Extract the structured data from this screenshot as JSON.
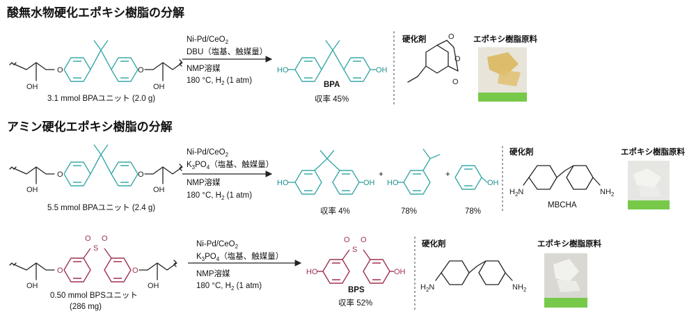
{
  "colors": {
    "teal": "#3aa9a9",
    "maroon": "#a0304e",
    "photo_bg": "#e8e4da",
    "amber": "#d9b657",
    "ruler_green": "#77c94a"
  },
  "section1": {
    "title": "酸無水物硬化エポキシ樹脂の分解",
    "reagent_line1": "Ni-Pd/CeO",
    "reagent_line1_sub": "2",
    "reagent_line2": "DBU（塩基、触媒量）",
    "solvent": "NMP溶媒",
    "conditions_pre": "180 °C, H",
    "conditions_sub": "2",
    "conditions_post": " (1 atm)",
    "substrate_caption": "3.1 mmol BPAユニット (2.0 g)",
    "product_name": "BPA",
    "yield": "収率 45%",
    "hardener_label": "硬化剤",
    "resin_label": "エポキシ樹脂原料",
    "oh_label": "OH",
    "ho_label": "HO",
    "o_label": "O"
  },
  "section2": {
    "title": "アミン硬化エポキシ樹脂の分解",
    "reagent_line1": "Ni-Pd/CeO",
    "reagent_line1_sub": "2",
    "reagent_line2_pre": "K",
    "reagent_line2_sub1": "3",
    "reagent_line2_mid": "PO",
    "reagent_line2_sub2": "4",
    "reagent_line2_post": "（塩基、触媒量）",
    "solvent": "NMP溶媒",
    "conditions_pre": "180 °C, H",
    "conditions_sub": "2",
    "conditions_post": " (1 atm)",
    "substrate_caption": "5.5 mmol BPAユニット (2.4 g)",
    "yield1": "収率 4%",
    "yield2": "78%",
    "yield3": "78%",
    "plus": "+",
    "hardener_label": "硬化剤",
    "hardener_name": "MBCHA",
    "resin_label": "エポキシ樹脂原料",
    "h2n_label": "H",
    "h2n_sub": "2",
    "h2n_n": "N",
    "nh2_label": "NH",
    "nh2_sub": "2"
  },
  "section3": {
    "reagent_line1": "Ni-Pd/CeO",
    "reagent_line1_sub": "2",
    "reagent_line2_pre": "K",
    "reagent_line2_sub1": "3",
    "reagent_line2_mid": "PO",
    "reagent_line2_sub2": "4",
    "reagent_line2_post": "（塩基、触媒量）",
    "solvent": "NMP溶媒",
    "conditions_pre": "180 °C, H",
    "conditions_sub": "2",
    "conditions_post": " (1 atm)",
    "substrate_caption1": "0.50 mmol BPSユニット",
    "substrate_caption2": "(286 mg)",
    "product_name": "BPS",
    "yield": "収率 52%",
    "hardener_label": "硬化剤",
    "resin_label": "エポキシ樹脂原料",
    "s_label": "S"
  }
}
